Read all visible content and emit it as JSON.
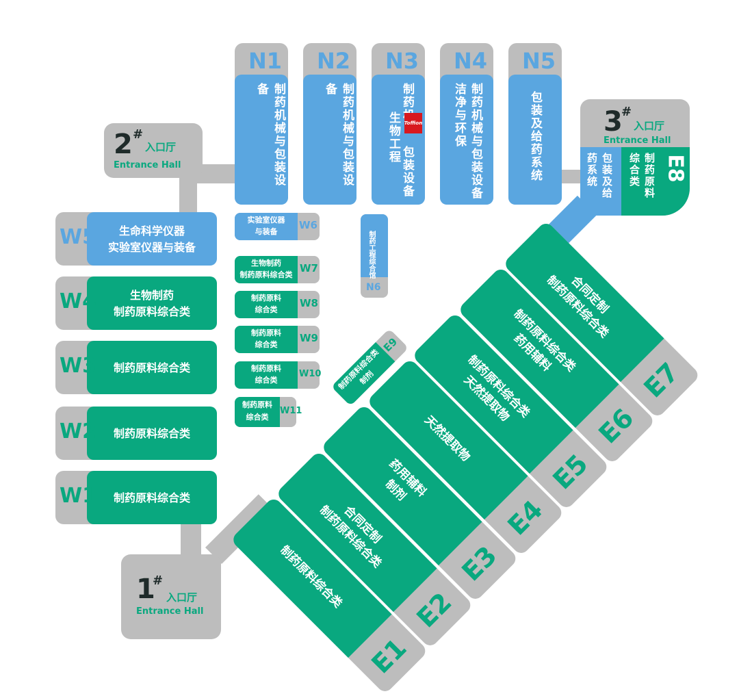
{
  "colors": {
    "blue": "#5aa6e0",
    "green": "#09a87f",
    "gray": "#bdbdbd",
    "dark": "#1f2b2a",
    "logo_red": "#d8191f"
  },
  "entrances": {
    "e1": {
      "num": "1",
      "mark": "#",
      "cn": "入口厅",
      "en": "Entrance Hall"
    },
    "e2": {
      "num": "2",
      "mark": "#",
      "cn": "入口厅",
      "en": "Entrance Hall"
    },
    "e3": {
      "num": "3",
      "mark": "#",
      "cn": "入口厅",
      "en": "Entrance Hall"
    }
  },
  "north": [
    {
      "code": "N1",
      "label": "制药机械与包装设备"
    },
    {
      "code": "N2",
      "label": "制药机械与包装设备"
    },
    {
      "code": "N3",
      "label_top": "制药机",
      "label_mid": "生物工程",
      "label_bottom": "包装设备"
    },
    {
      "code": "N4",
      "label": "制药机械与包装设备洁净与环保"
    },
    {
      "code": "N5",
      "label": "包装及给药系统"
    }
  ],
  "logo": "Toffion",
  "e8": {
    "code": "E8",
    "blue_label": "包装及给药系统",
    "green_label": "制药原料综合类"
  },
  "west_big": [
    {
      "code": "W5",
      "line1": "生命科学仪器",
      "line2": "实验室仪器与装备",
      "color": "blue"
    },
    {
      "code": "W4",
      "line1": "生物制药",
      "line2": "制药原料综合类",
      "color": "green"
    },
    {
      "code": "W3",
      "line1": "制药原料综合类",
      "line2": "",
      "color": "green"
    },
    {
      "code": "W2",
      "line1": "制药原料综合类",
      "line2": "",
      "color": "green"
    },
    {
      "code": "W1",
      "line1": "制药原料综合类",
      "line2": "",
      "color": "green"
    }
  ],
  "west_small": [
    {
      "code": "W6",
      "line1": "实验室仪器",
      "line2": "与装备",
      "color": "blue"
    },
    {
      "code": "W7",
      "line1": "生物制药",
      "line2": "制药原料综合类",
      "color": "green"
    },
    {
      "code": "W8",
      "line1": "制药原料",
      "line2": "综合类",
      "color": "green"
    },
    {
      "code": "W9",
      "line1": "制药原料",
      "line2": "综合类",
      "color": "green"
    },
    {
      "code": "W10",
      "line1": "制药原料",
      "line2": "综合类",
      "color": "green"
    },
    {
      "code": "W11",
      "line1": "制药原料",
      "line2": "综合类",
      "color": "green"
    }
  ],
  "n6": {
    "code": "N6",
    "label": "制药工程综合馆"
  },
  "e9": {
    "code": "E9",
    "line1": "制药原料综合类",
    "line2": "制剂"
  },
  "east": [
    {
      "code": "E1",
      "line1": "制药原料综合类",
      "line2": ""
    },
    {
      "code": "E2",
      "line1": "合同定制",
      "line2": "制药原料综合类"
    },
    {
      "code": "E3",
      "line1": "药用辅料",
      "line2": "制剂"
    },
    {
      "code": "E4",
      "line1": "天然提取物",
      "line2": ""
    },
    {
      "code": "E5",
      "line1": "制药原料综合类",
      "line2": "天然提取物"
    },
    {
      "code": "E6",
      "line1": "制药原料综合类",
      "line2": "药用辅料"
    },
    {
      "code": "E7",
      "line1": "合同定制",
      "line2": "制药原料综合类"
    }
  ]
}
